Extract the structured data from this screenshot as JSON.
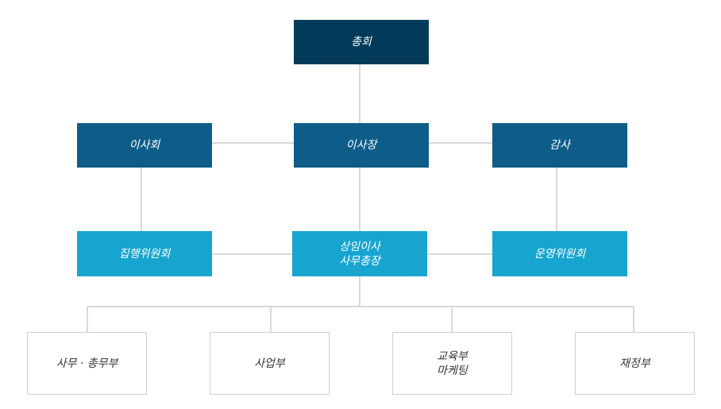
{
  "chart": {
    "general_meeting": "총회",
    "board": "이사회",
    "chairman": "이사장",
    "auditor": "감사",
    "executive_committee": "집행위원회",
    "standing_director_line1": "상임이사",
    "standing_director_line2": "사무총장",
    "operating_committee": "운영위원회",
    "departments": [
      {
        "line1": "사무 · 총무부",
        "line2": ""
      },
      {
        "line1": "사업부",
        "line2": ""
      },
      {
        "line1": "교육부",
        "line2": "마케팅"
      },
      {
        "line1": "재정부",
        "line2": ""
      }
    ]
  },
  "colors": {
    "top": "#023a5a",
    "level2": "#0d5d88",
    "level3": "#17a5cf",
    "connector": "#d9d9d9",
    "dept_border": "#cfcfcf"
  }
}
